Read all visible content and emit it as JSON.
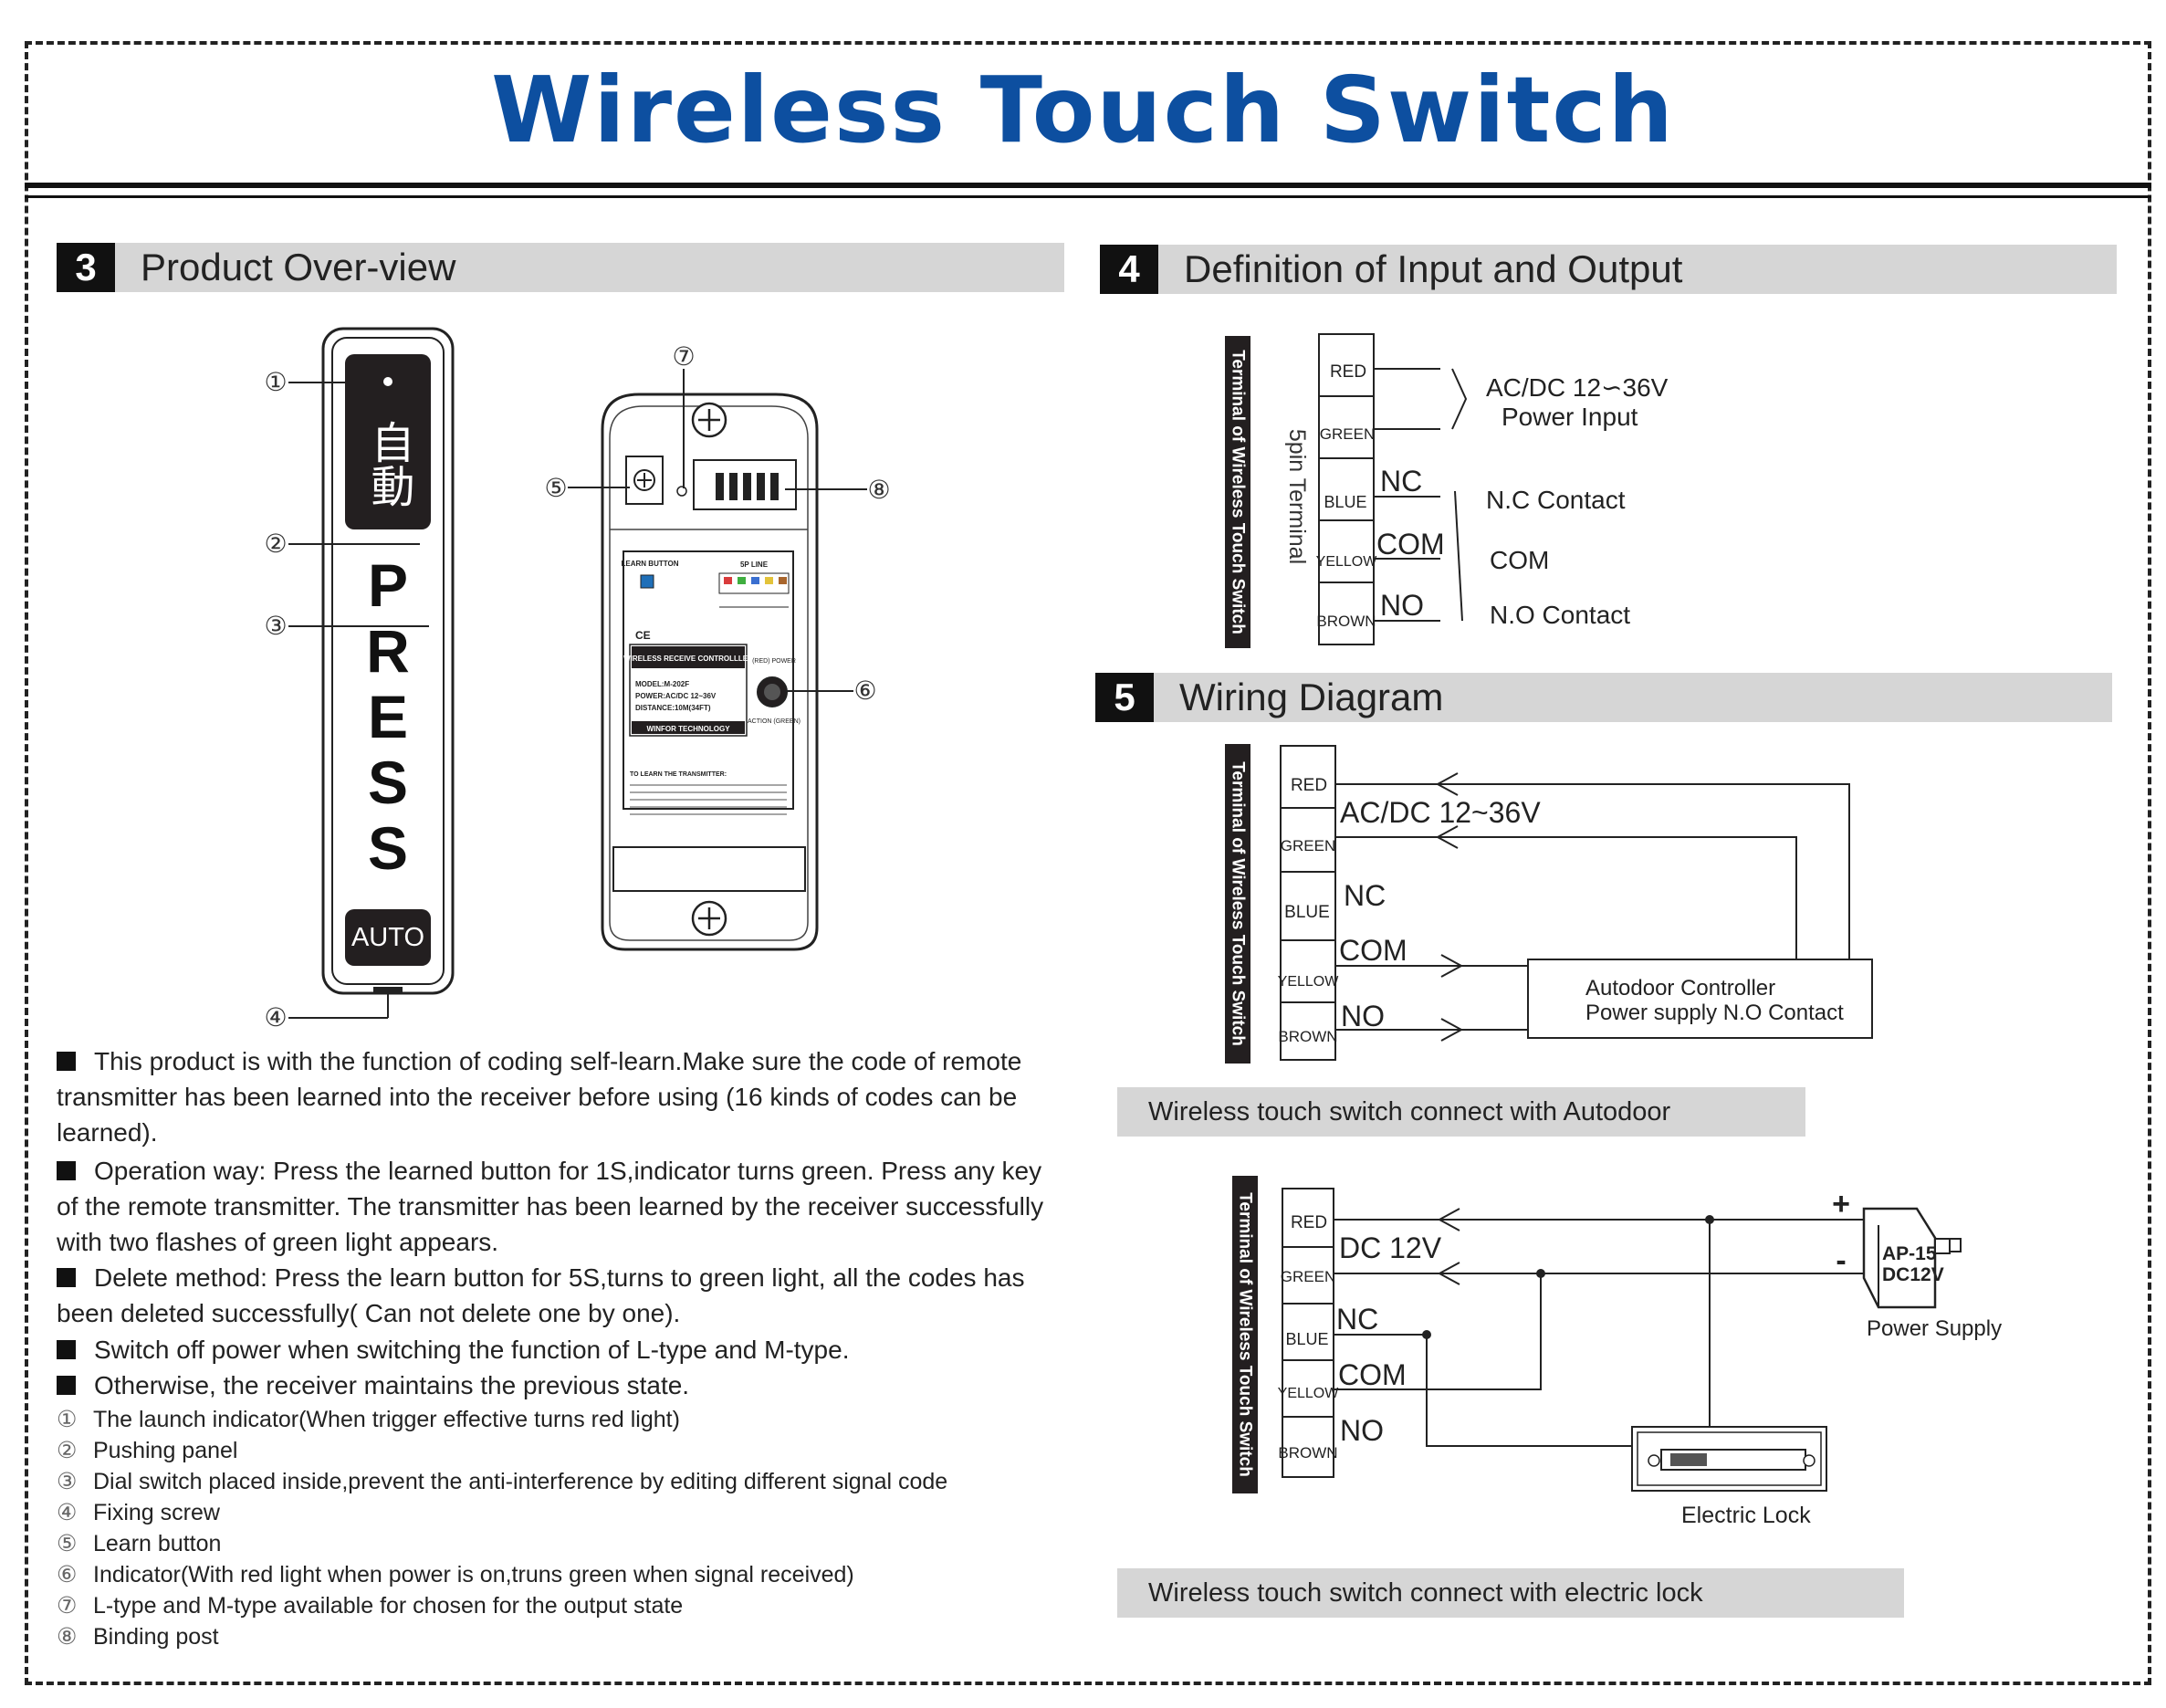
{
  "header": {
    "title": "Wireless Touch Switch"
  },
  "sections": [
    {
      "num": "3",
      "title": "Product Over-view"
    },
    {
      "num": "4",
      "title": "Definition of Input and Output"
    },
    {
      "num": "5",
      "title": "Wiring Diagram"
    }
  ],
  "device": {
    "cjk_label": "自動",
    "press_letters": [
      "P",
      "R",
      "E",
      "S",
      "S"
    ],
    "auto_label": "AUTO",
    "circled": [
      "①",
      "②",
      "③",
      "④",
      "⑤",
      "⑥",
      "⑦",
      "⑧"
    ]
  },
  "receiver": {
    "learn_button": "LEARN BUTTON",
    "five_p_line": "5P LINE",
    "ce_mark": "CE",
    "red_power": "(RED) POWER",
    "action_green": "ACTION (GREEN)",
    "box_title": "WIRELESS RECEIVE CONTROLLLER",
    "model": "MODEL:M-202F",
    "power": "POWER:AC/DC 12~36V",
    "distance": "DISTANCE:10M(34FT)",
    "company": "WINFOR TECHNOLOGY",
    "instructions_title": "TO LEARN THE TRANSMITTER:"
  },
  "overview_notes": [
    "This product is with the function of coding self-learn.Make sure the code of remote transmitter has been learned into the receiver before using (16 kinds of codes can be learned).",
    "Operation way: Press the learned button for 1S,indicator turns  green. Press any key of the remote transmitter. The transmitter has been  learned by the receiver successfully  with two flashes of green light appears.",
    "Delete method: Press the learn button  for 5S,turns to green light, all the codes has been deleted successfully( Can not delete one by one).",
    "Switch off power  when switching the function of L-type and M-type.",
    "Otherwise, the receiver maintains the previous state."
  ],
  "legend": [
    {
      "num": "①",
      "text": "The launch indicator(When trigger effective turns red light)"
    },
    {
      "num": "②",
      "text": "Pushing panel"
    },
    {
      "num": "③",
      "text": "Dial switch placed inside,prevent the anti-interference by  editing different signal code"
    },
    {
      "num": "④",
      "text": "Fixing screw"
    },
    {
      "num": "⑤",
      "text": "Learn button"
    },
    {
      "num": "⑥",
      "text": "Indicator(With red light when power is on,truns green when signal received)"
    },
    {
      "num": "⑦",
      "text": "L-type and M-type available for chosen for the output state"
    },
    {
      "num": "⑧",
      "text": "Binding post"
    }
  ],
  "io_definition": {
    "vertical_label": "Terminal of Wireless Touch Switch",
    "pin_label": "5pin Terminal",
    "terminals": [
      "RED",
      "GREEN",
      "BLUE",
      "YELLOW",
      "BROWN"
    ],
    "side_labels": [
      "NC",
      "COM",
      "NO"
    ],
    "groups": [
      "AC/DC 12∽36V",
      "Power Input",
      "N.C Contact",
      "COM",
      "N.O Contact"
    ]
  },
  "wiring_autodoor": {
    "vertical_label": "Terminal of Wireless Touch Switch",
    "terminals": [
      "RED",
      "GREEN",
      "BLUE",
      "YELLOW",
      "BROWN"
    ],
    "labels": [
      "AC/DC  12~36V",
      "NC",
      "COM",
      "NO"
    ],
    "controller_line1": "Autodoor Controller",
    "controller_line2": "Power supply N.O Contact",
    "caption": "Wireless touch switch connect  with Autodoor"
  },
  "wiring_lock": {
    "vertical_label": "Terminal of Wireless Touch Switch",
    "terminals": [
      "RED",
      "GREEN",
      "BLUE",
      "YELLOW",
      "BROWN"
    ],
    "labels": [
      "DC  12V",
      "NC",
      "COM",
      "NO"
    ],
    "plus": "+",
    "minus": "-",
    "adapter_line1": "AP-15",
    "adapter_line2": "DC12V",
    "power_supply": "Power Supply",
    "electric_lock": "Electric Lock",
    "caption": "Wireless touch switch connect with electric lock"
  }
}
